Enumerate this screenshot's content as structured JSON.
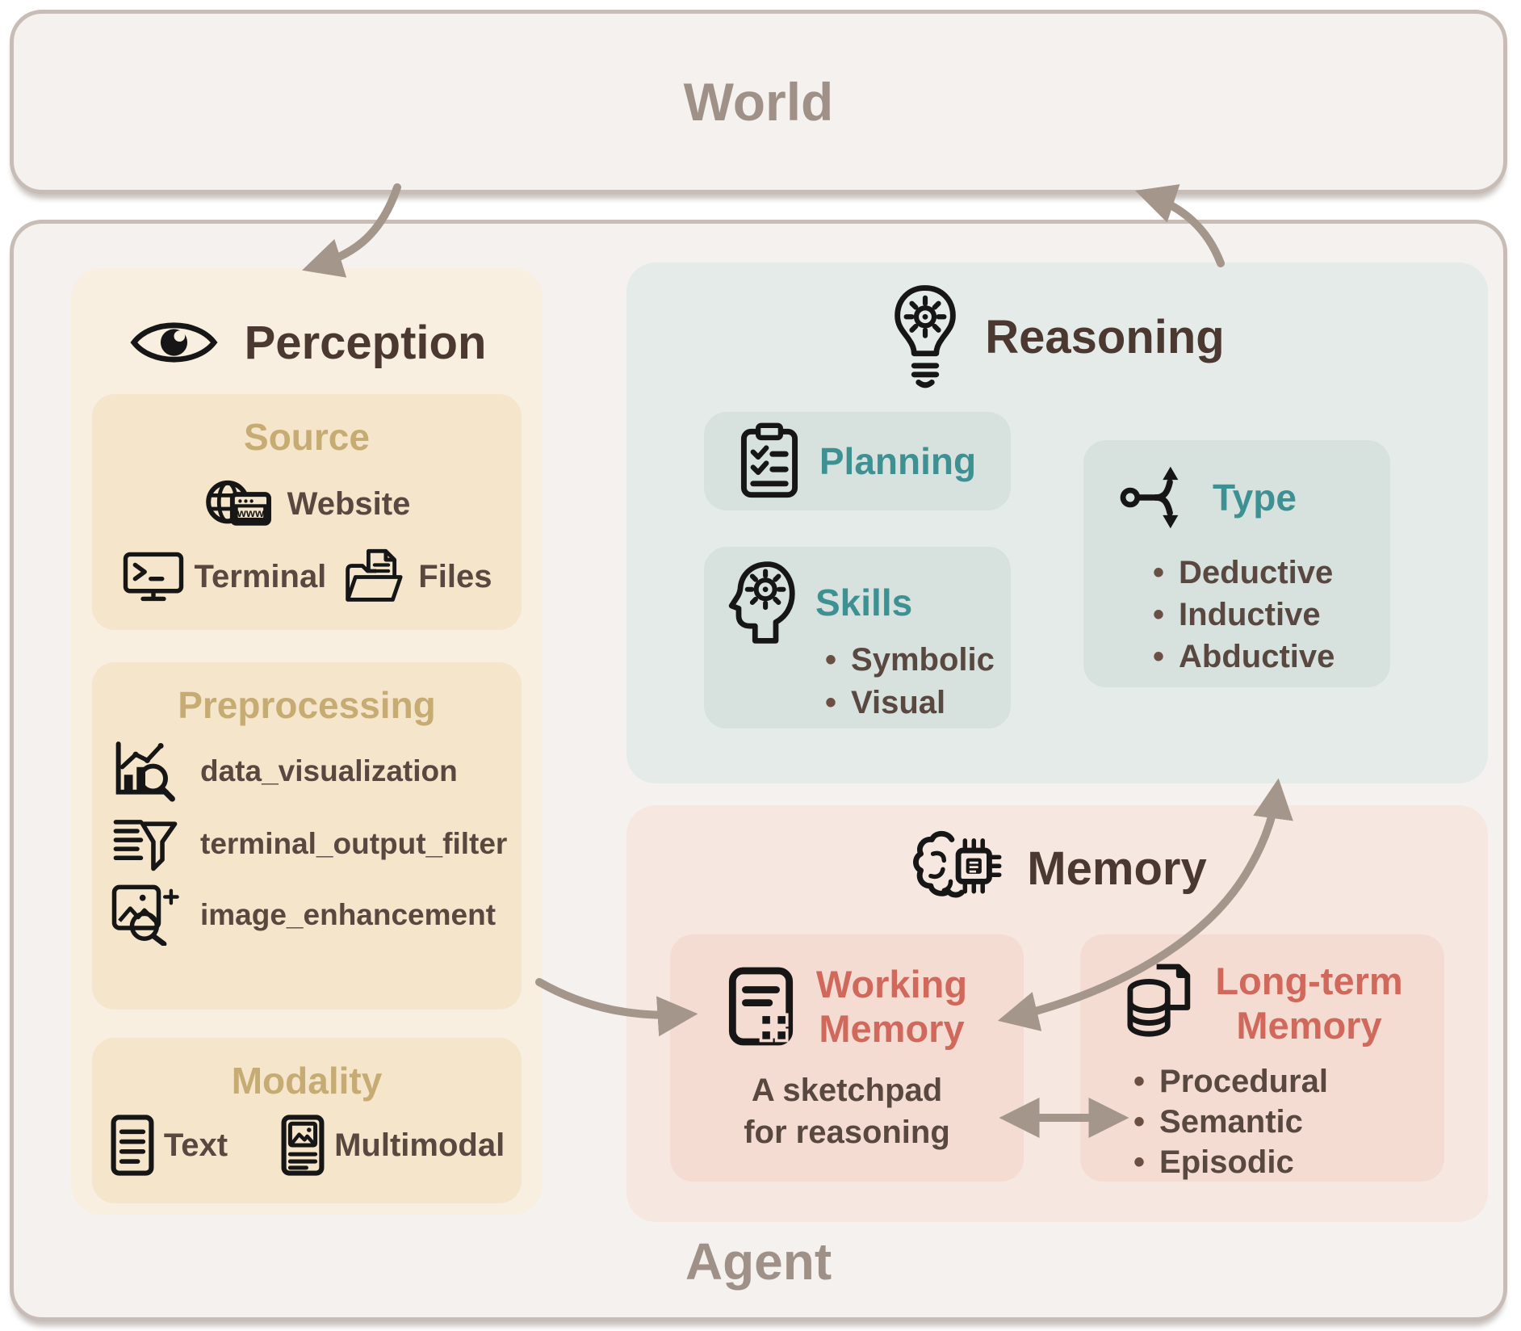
{
  "world": {
    "label": "World"
  },
  "agent": {
    "label": "Agent"
  },
  "perception": {
    "title": "Perception",
    "icon": "eye-icon",
    "source": {
      "title": "Source",
      "items": [
        {
          "label": "Website",
          "icon": "globe-website-icon",
          "icon_text": "www"
        },
        {
          "label": "Terminal",
          "icon": "terminal-icon"
        },
        {
          "label": "Files",
          "icon": "files-folder-icon"
        }
      ]
    },
    "preprocessing": {
      "title": "Preprocessing",
      "items": [
        {
          "label": "data_visualization",
          "icon": "chart-magnifier-icon"
        },
        {
          "label": "terminal_output_filter",
          "icon": "list-funnel-icon"
        },
        {
          "label": "image_enhancement",
          "icon": "image-magnifier-icon"
        }
      ]
    },
    "modality": {
      "title": "Modality",
      "items": [
        {
          "label": "Text",
          "icon": "text-document-icon"
        },
        {
          "label": "Multimodal",
          "icon": "multimodal-document-icon"
        }
      ]
    }
  },
  "reasoning": {
    "title": "Reasoning",
    "icon": "lightbulb-gear-icon",
    "planning": {
      "title": "Planning",
      "icon": "clipboard-checklist-icon"
    },
    "skills": {
      "title": "Skills",
      "icon": "head-gear-icon",
      "bullets": [
        "Symbolic",
        "Visual"
      ]
    },
    "type": {
      "title": "Type",
      "icon": "branch-arrows-icon",
      "bullets": [
        "Deductive",
        "Inductive",
        "Abductive"
      ]
    }
  },
  "memory": {
    "title": "Memory",
    "icon": "brain-chip-icon",
    "working_memory": {
      "icon": "notepad-icon",
      "title_lines": [
        "Working",
        "Memory"
      ],
      "caption_lines": [
        "A sketchpad",
        "for reasoning"
      ]
    },
    "long_term_memory": {
      "icon": "database-document-icon",
      "title_lines": [
        "Long-term",
        "Memory"
      ],
      "bullets": [
        "Procedural",
        "Semantic",
        "Episodic"
      ]
    }
  },
  "colors": {
    "frame_bg": "#f4f1ee",
    "frame_border": "#c8bcb6",
    "frame_label": "#a09188",
    "perception_bg": "#f8efe1",
    "perception_inner_bg": "#f4e5cb",
    "section_header": "#c6ac73",
    "reasoning_bg": "#e5ebe9",
    "reasoning_inner_bg": "#d7e2df",
    "memory_bg": "#f7e7e1",
    "memory_inner_bg": "#f5dcd3",
    "panel_title": "#4a3831",
    "item_text": "#584840",
    "teal_accent": "#3e9192",
    "salmon_accent": "#d0695b",
    "arrow": "#a4968b",
    "icon_stroke": "#161616"
  }
}
